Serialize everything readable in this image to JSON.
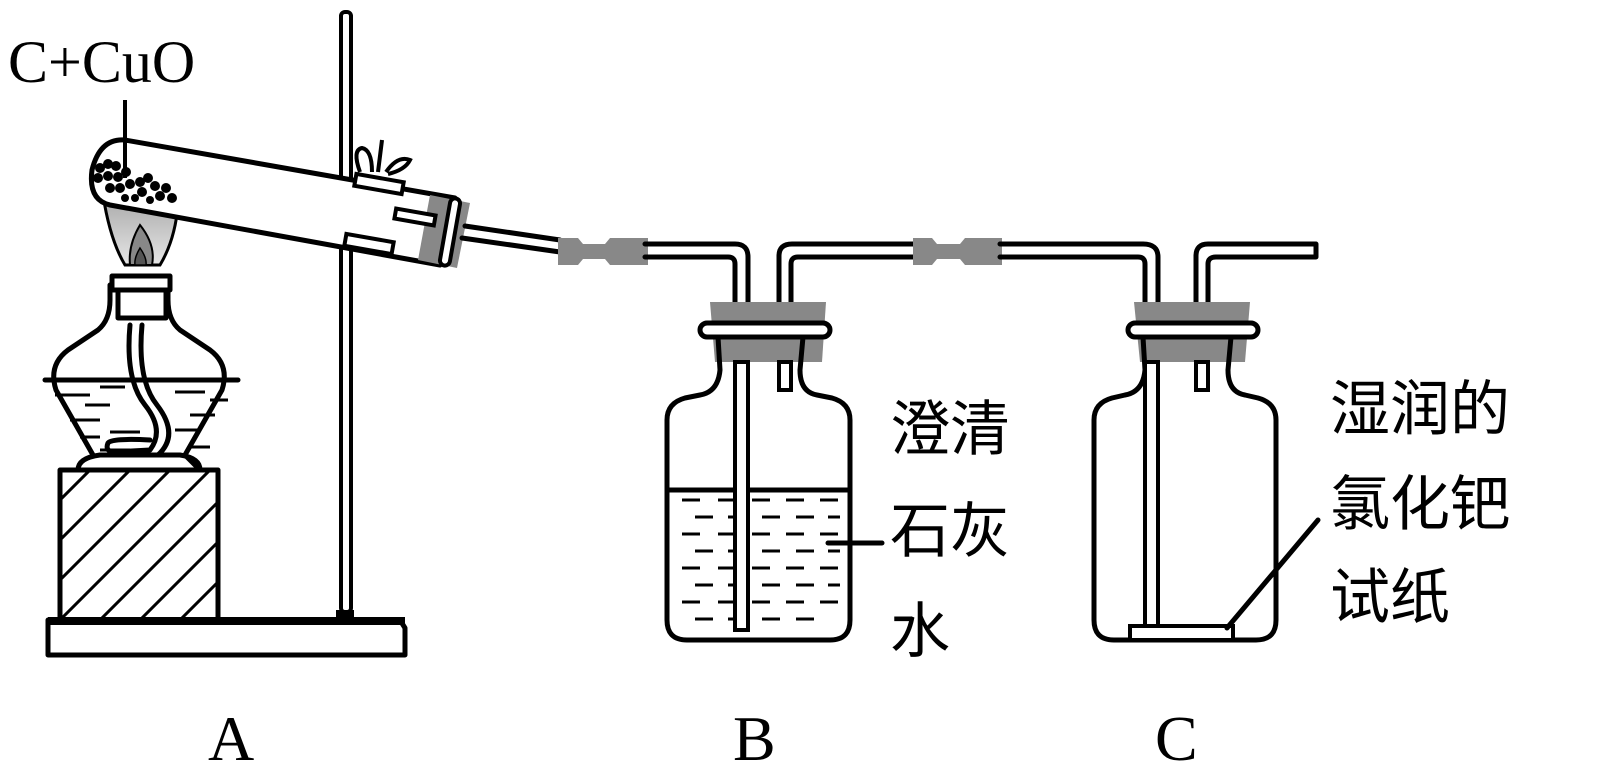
{
  "diagram": {
    "title": "C + CuO reduction experiment apparatus",
    "colors": {
      "line": "#000000",
      "rubber": "#888888",
      "flame_outer": "#c8c8c8",
      "flame_inner": "#707070",
      "background": "#ffffff"
    },
    "labels": {
      "reactants": "C+CuO",
      "limewater": [
        "澄清",
        "石灰",
        "水"
      ],
      "test_paper": [
        "湿润的",
        "氯化钯",
        "试纸"
      ]
    },
    "apparatus": [
      {
        "id": "A",
        "label": "A",
        "description": "Alcohol lamp heating test tube with C+CuO clamped on iron stand"
      },
      {
        "id": "B",
        "label": "B",
        "description": "Gas washing bottle with clear limewater"
      },
      {
        "id": "C",
        "label": "C",
        "description": "Gas bottle with moist palladium chloride test paper"
      }
    ]
  }
}
